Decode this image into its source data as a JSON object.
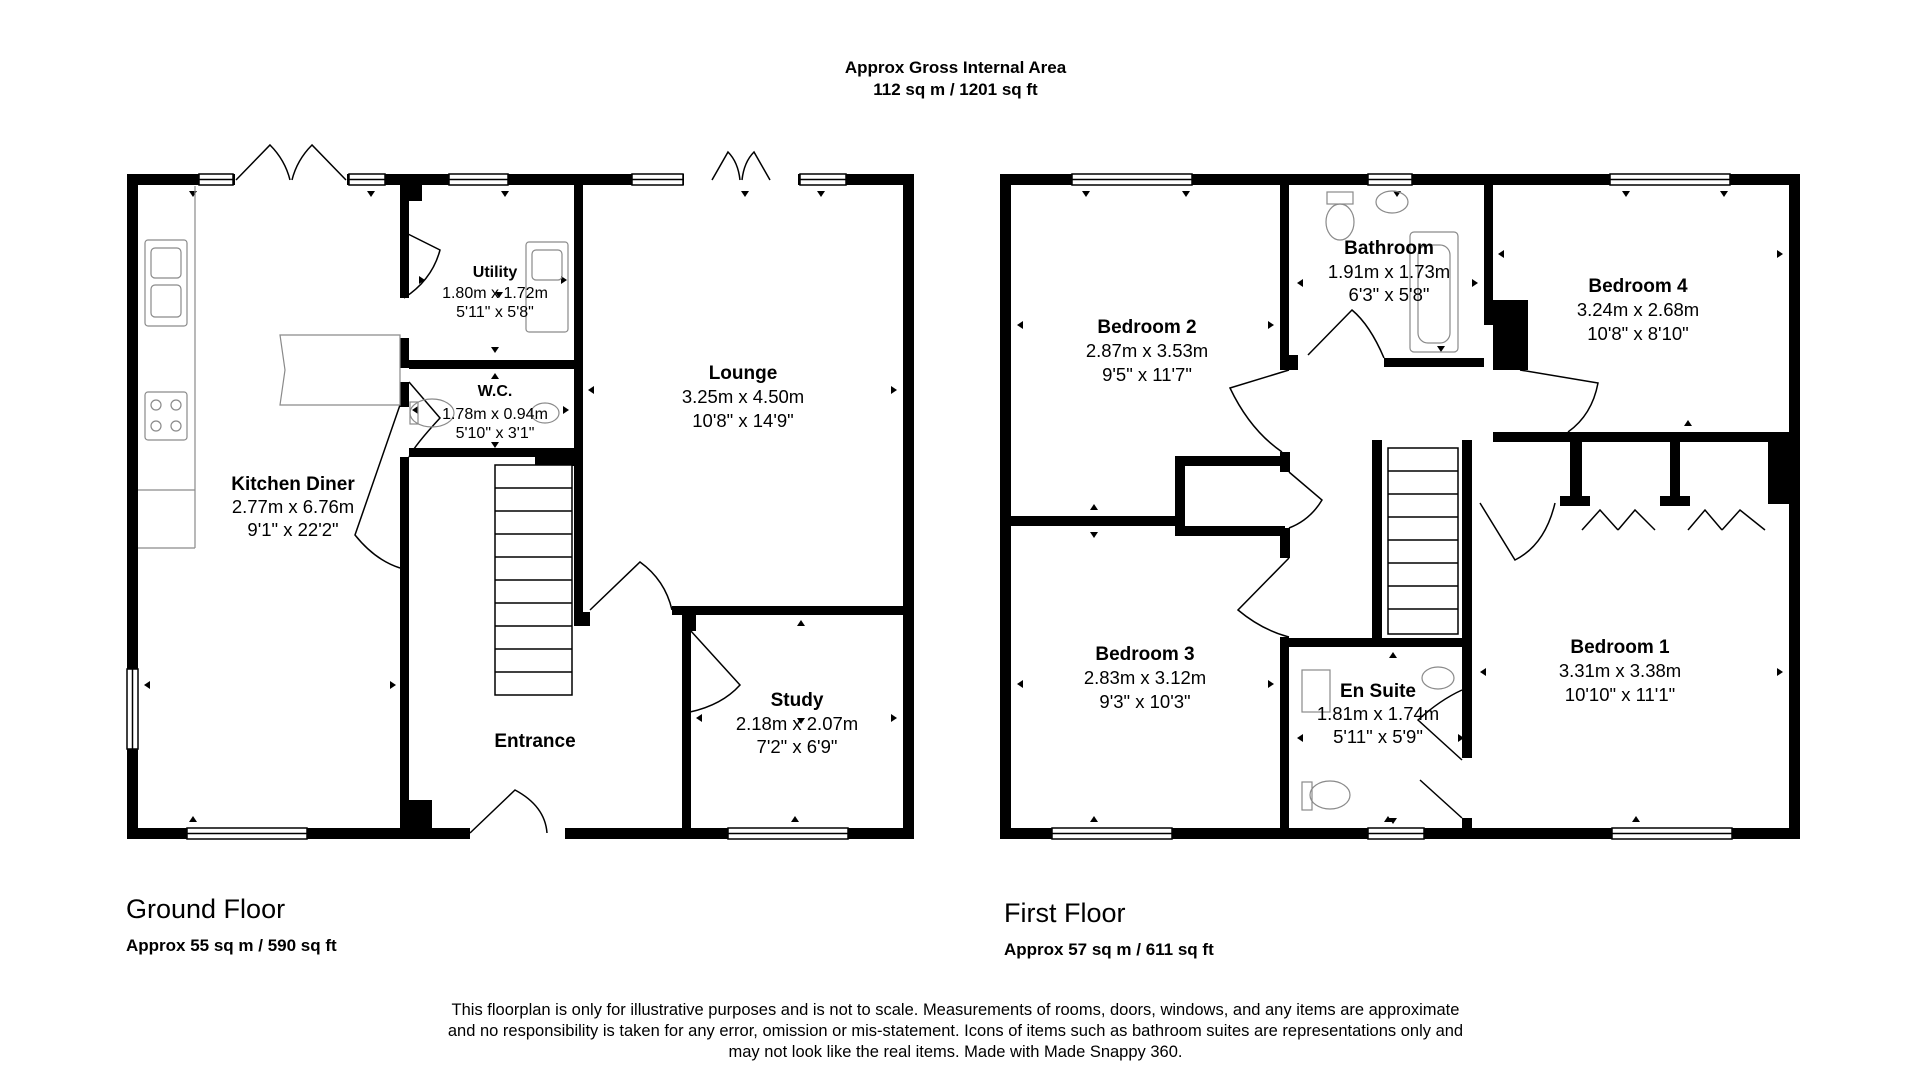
{
  "header": {
    "line1": "Approx Gross Internal Area",
    "line2": "112 sq m / 1201 sq ft"
  },
  "ground_floor": {
    "title": "Ground Floor",
    "area": "Approx 55 sq m / 590 sq ft",
    "rooms": {
      "kitchen": {
        "name": "Kitchen Diner",
        "metric": "2.77m x 6.76m",
        "imperial": "9'1\" x 22'2\""
      },
      "utility": {
        "name": "Utility",
        "metric": "1.80m x 1.72m",
        "imperial": "5'11\" x 5'8\""
      },
      "wc": {
        "name": "W.C.",
        "metric": "1.78m x 0.94m",
        "imperial": "5'10\" x 3'1\""
      },
      "lounge": {
        "name": "Lounge",
        "metric": "3.25m x 4.50m",
        "imperial": "10'8\" x 14'9\""
      },
      "study": {
        "name": "Study",
        "metric": "2.18m x 2.07m",
        "imperial": "7'2\" x 6'9\""
      },
      "entrance": {
        "name": "Entrance"
      }
    }
  },
  "first_floor": {
    "title": "First Floor",
    "area": "Approx 57 sq m / 611 sq ft",
    "rooms": {
      "bedroom2": {
        "name": "Bedroom 2",
        "metric": "2.87m x 3.53m",
        "imperial": "9'5\" x 11'7\""
      },
      "bathroom": {
        "name": "Bathroom",
        "metric": "1.91m x 1.73m",
        "imperial": "6'3\" x 5'8\""
      },
      "bedroom4": {
        "name": "Bedroom 4",
        "metric": "3.24m x 2.68m",
        "imperial": "10'8\" x 8'10\""
      },
      "bedroom3": {
        "name": "Bedroom 3",
        "metric": "2.83m x 3.12m",
        "imperial": "9'3\" x 10'3\""
      },
      "ensuite": {
        "name": "En Suite",
        "metric": "1.81m x 1.74m",
        "imperial": "5'11\" x 5'9\""
      },
      "bedroom1": {
        "name": "Bedroom 1",
        "metric": "3.31m x 3.38m",
        "imperial": "10'10\" x 11'1\""
      }
    }
  },
  "disclaimer": {
    "line1": "This floorplan is only for illustrative purposes and is not to scale. Measurements of rooms, doors, windows, and any items are approximate",
    "line2": "and no responsibility is taken for any error, omission or mis-statement. Icons of items such as bathroom suites are representations only and",
    "line3": "may not look like the real items. Made with Made Snappy 360."
  },
  "colors": {
    "wall": "#000000",
    "fixture": "#9a9a9a",
    "background": "#ffffff"
  }
}
